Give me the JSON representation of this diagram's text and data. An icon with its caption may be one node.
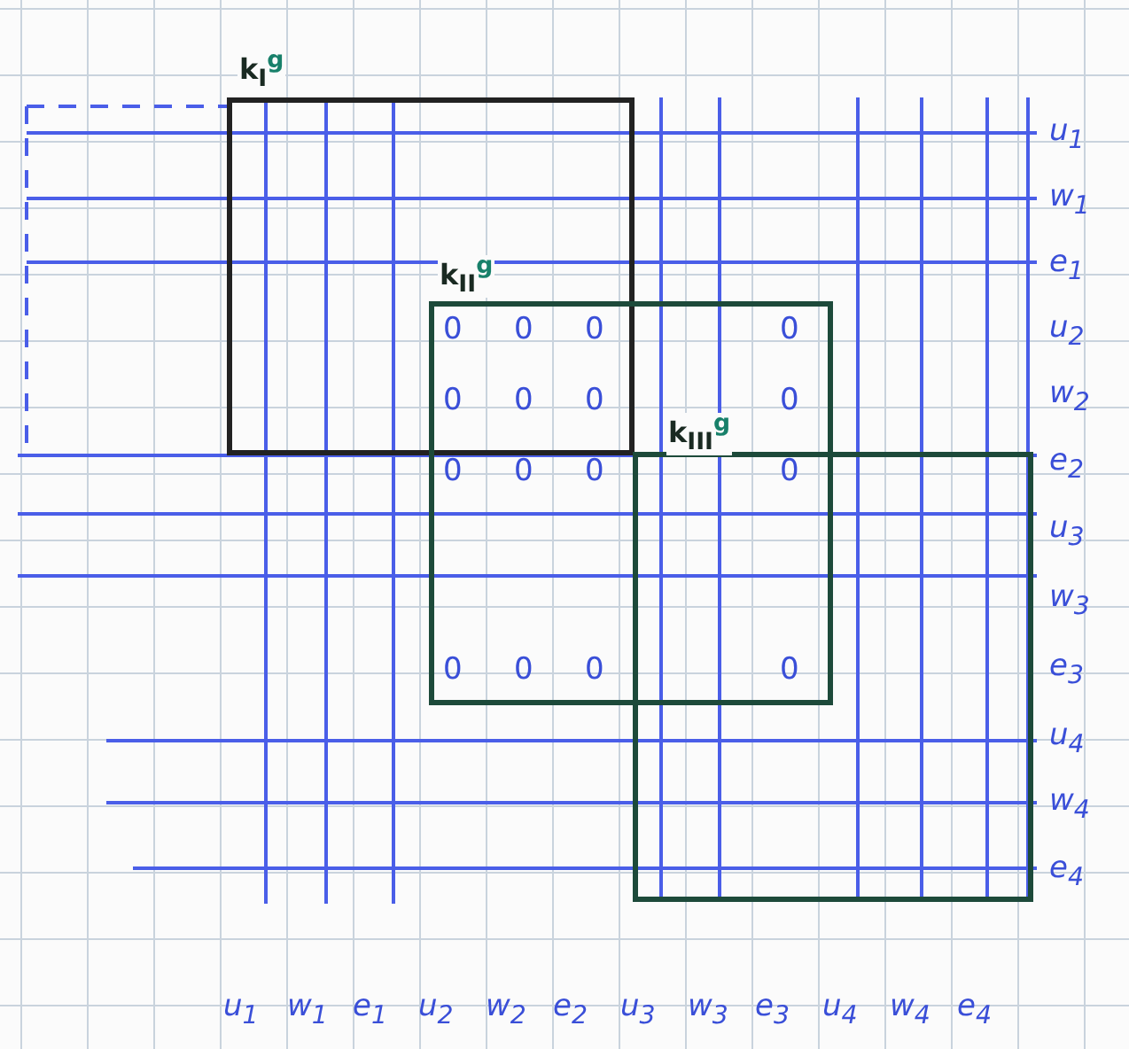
{
  "diagram": {
    "nodes": [
      {
        "text": [],
        "shape": "box"
      },
      {
        "text": [],
        "shape": "box"
      },
      {
        "text": [],
        "shape": "box"
      }
    ],
    "labels": [
      "k$_{I}$$^{g}$",
      "k$_{II}$$^{g}$",
      "k$_{III}$$^{g}$",
      "u$_{1}$",
      "w$_{1}$",
      "e$_{1}$",
      "u$_{2}$",
      "w$_{2}$",
      "e$_{2}$",
      "u$_{3}$",
      "w$_{3}$",
      "e$_{3}$",
      "u$_{4}$",
      "w$_{4}$",
      "e$_{4}$",
      "0",
      "0",
      "0",
      "0",
      "0",
      "0",
      "0",
      "0",
      "0",
      "0",
      "0",
      "0",
      "0",
      "0",
      "0",
      "0",
      "u$_{1}$",
      "w$_{1}$",
      "e$_{1}$",
      "u$_{2}$",
      "w$_{2}$",
      "e$_{2}$",
      "u$_{3}$",
      "w$_{3}$",
      "e$_{3}$",
      "u$_{4}$",
      "w$_{4}$",
      "e$_{4}$"
    ]
  }
}
